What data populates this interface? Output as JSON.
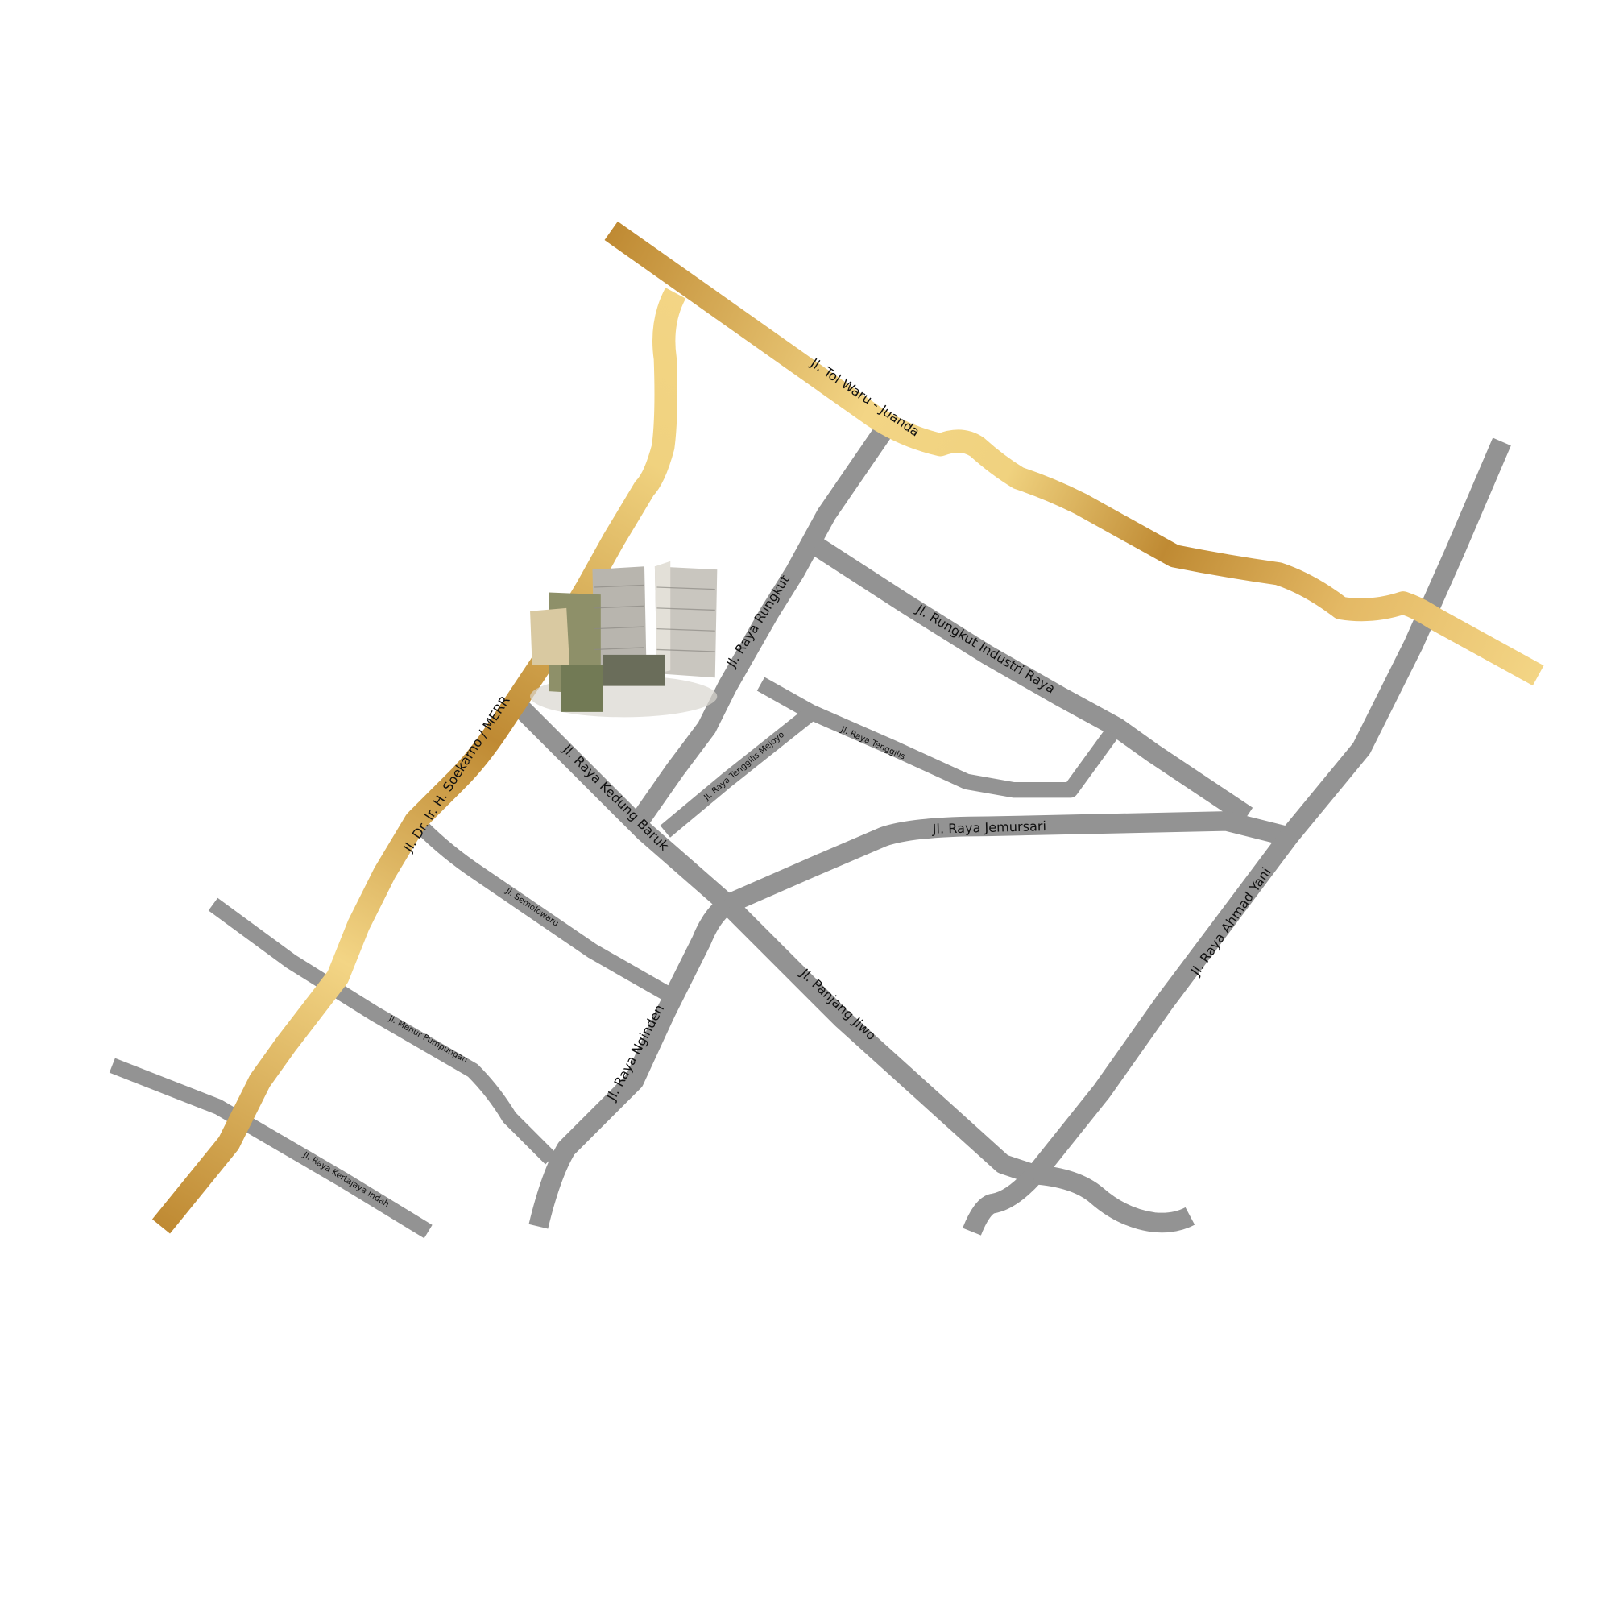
{
  "colors": {
    "road": "#939393",
    "highway_dark": "#bf8a33",
    "highway_light": "#f3d585",
    "background": "#ffffff"
  },
  "roads": {
    "toll": "Jl. Tol Waru - Juanda",
    "merr": "Jl. Dr. Ir. H. Soekarno / MERR",
    "rungkut": "Jl. Raya Rungkut",
    "rungkut_industri": "Jl. Rungkut Industri Raya",
    "tenggilis": "Jl. Raya Tenggilis",
    "tenggilis_mejoyo": "Jl. Raya Tenggilis Mejoyo",
    "kedung_baruk": "Jl. Raya Kedung Baruk",
    "jemursari": "Jl. Raya Jemursari",
    "ahmad_yani": "Jl. Raya Ahmad Yani",
    "panjang_jiwo": "Jl. Panjang Jiwo",
    "semolowaru": "Jl. Semolowaru",
    "nginden": "Jl. Raya Nginden",
    "menur": "Jl. Menur Pumpungan",
    "kertajaya": "Jl. Raya Kertajaya Indah"
  },
  "landmark": {
    "icon": "building-towers-icon"
  }
}
